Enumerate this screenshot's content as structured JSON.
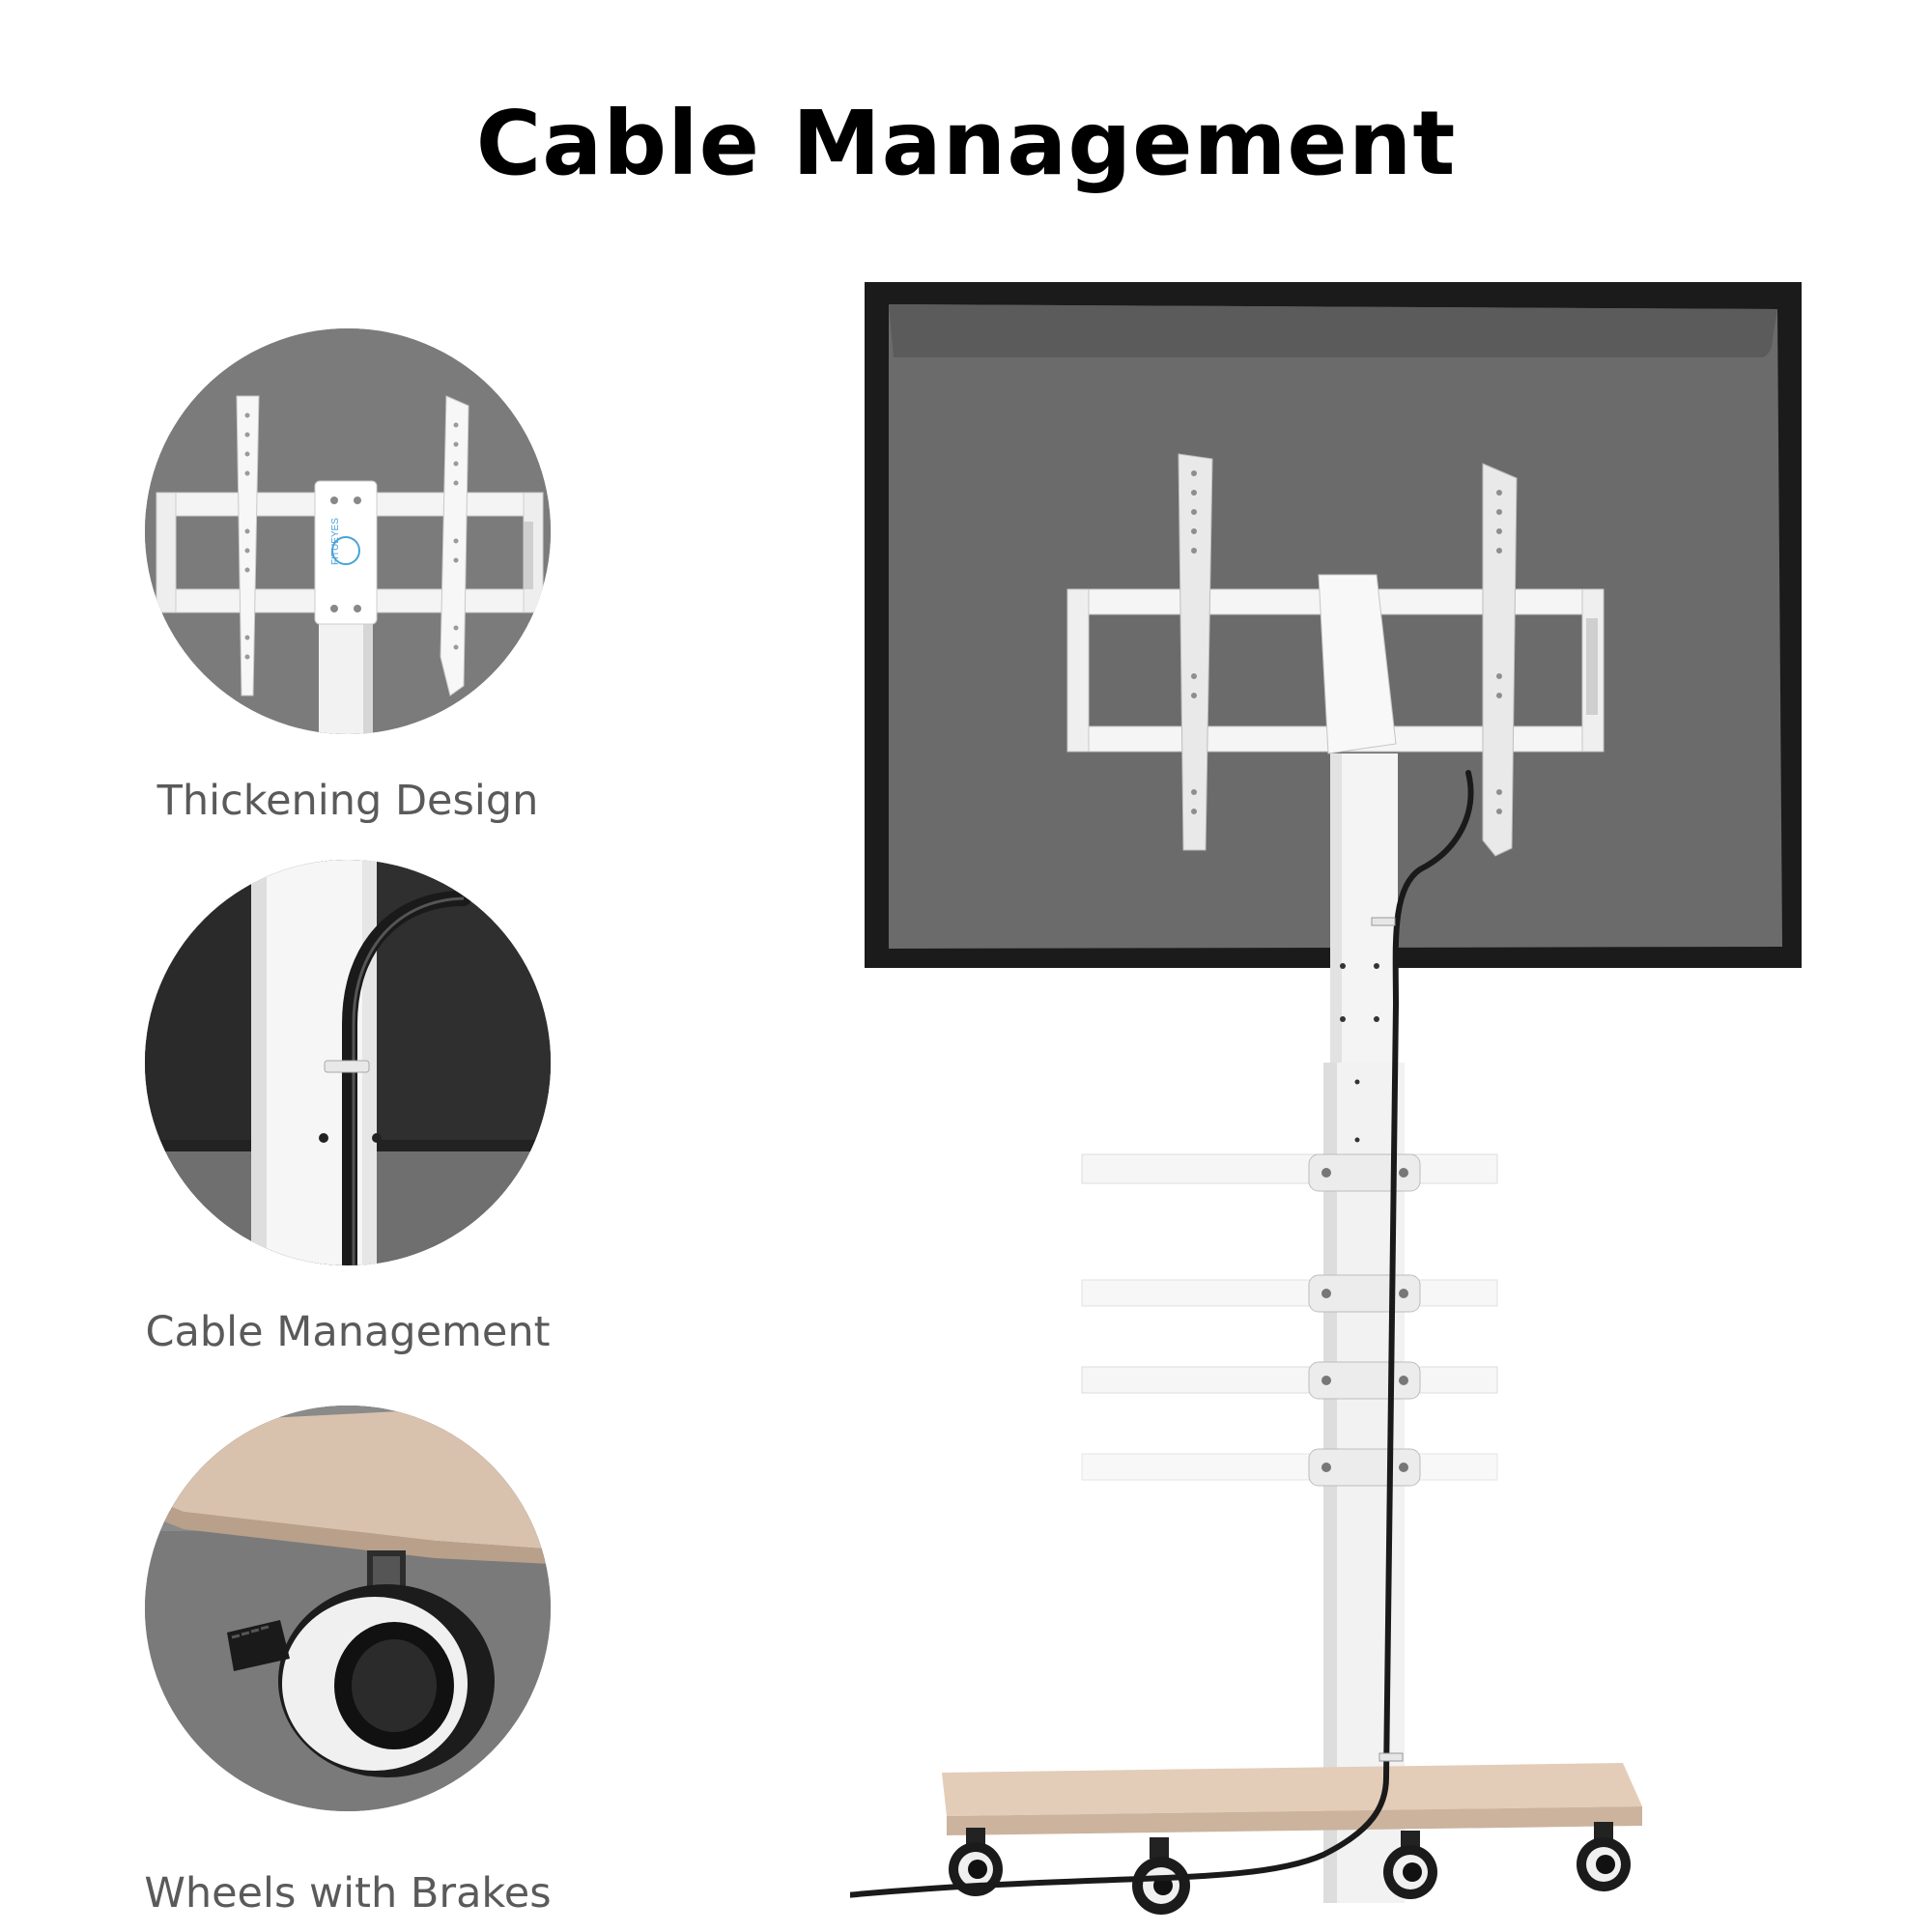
{
  "header": {
    "title": "Cable Management"
  },
  "features": [
    {
      "caption": "Thickening Design",
      "icon": "tv-mount-bracket-closeup"
    },
    {
      "caption": "Cable Management",
      "icon": "cable-clip-closeup"
    },
    {
      "caption": "Wheels with Brakes",
      "icon": "locking-caster-wheel-closeup"
    }
  ],
  "product": {
    "logo_text": "FITUEYES",
    "icon": "tv-stand-with-shelves"
  }
}
